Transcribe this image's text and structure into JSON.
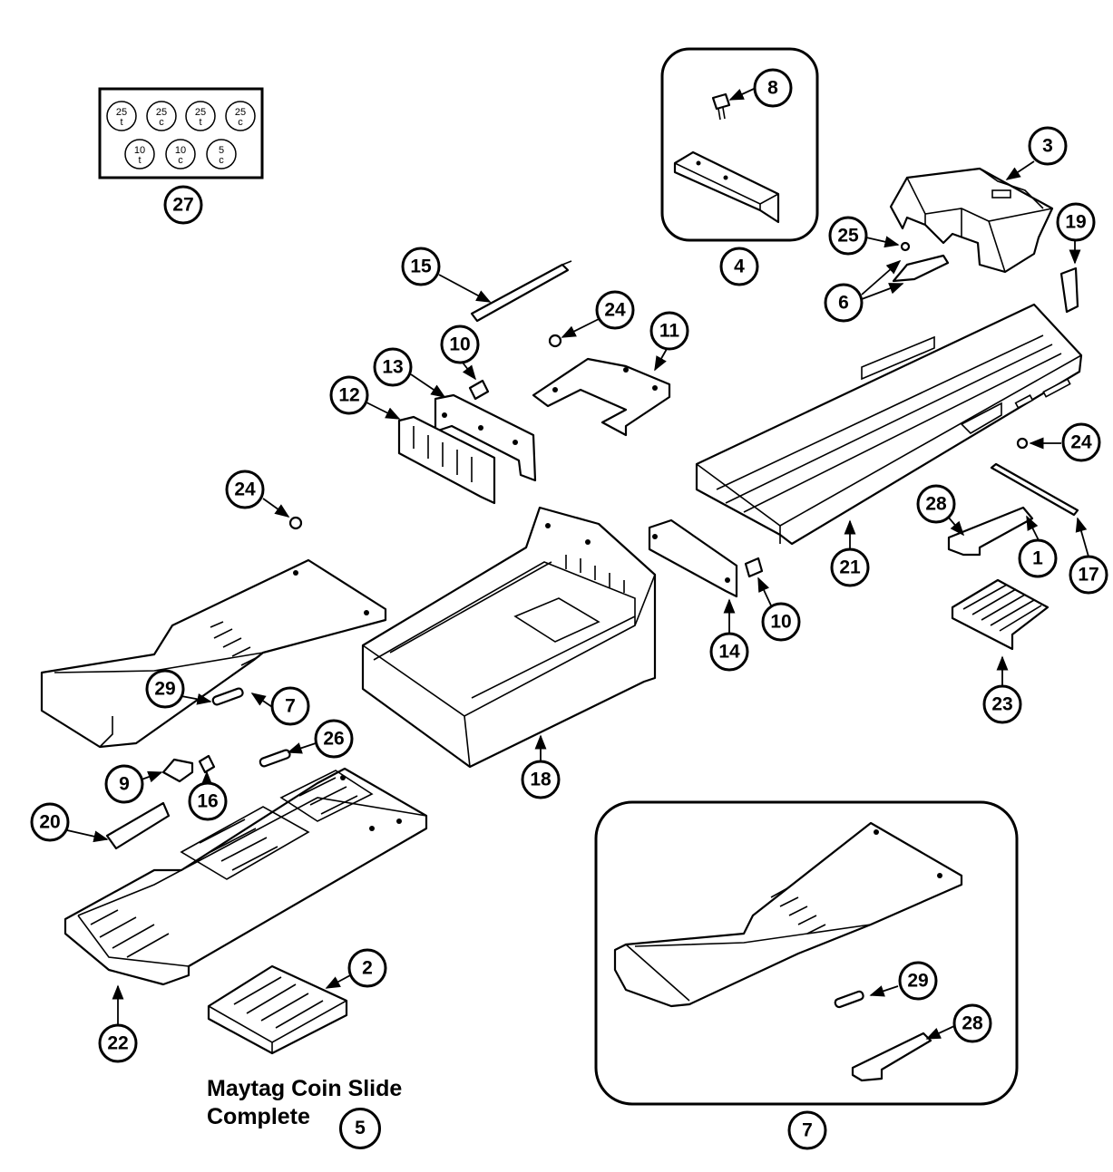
{
  "diagram": {
    "caption_line1": "Maytag Coin Slide",
    "caption_line2": "Complete",
    "caption_part_number": "5",
    "coin_kit": {
      "part_number": "27",
      "coins": [
        {
          "value": "25",
          "sub": "t"
        },
        {
          "value": "25",
          "sub": "c"
        },
        {
          "value": "25",
          "sub": "t"
        },
        {
          "value": "25",
          "sub": "c"
        },
        {
          "value": "10",
          "sub": "t"
        },
        {
          "value": "10",
          "sub": "c"
        },
        {
          "value": "5",
          "sub": "c"
        }
      ]
    },
    "callouts": [
      "8",
      "3",
      "4",
      "25",
      "19",
      "6",
      "15",
      "24",
      "10",
      "11",
      "13",
      "12",
      "24",
      "21",
      "24",
      "28",
      "1",
      "17",
      "10",
      "14",
      "23",
      "29",
      "7",
      "26",
      "18",
      "9",
      "16",
      "20",
      "2",
      "22",
      "29",
      "28",
      "7"
    ]
  }
}
